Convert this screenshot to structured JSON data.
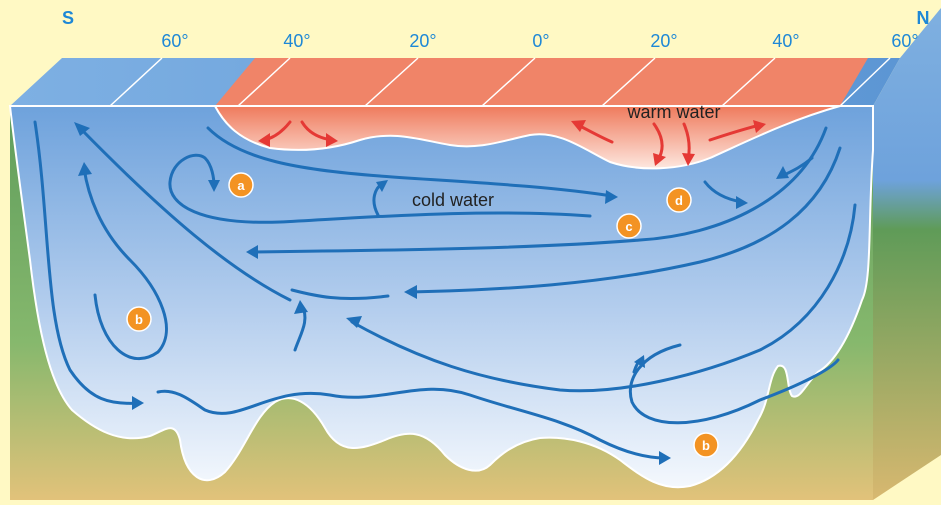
{
  "poles": {
    "south": "S",
    "north": "N"
  },
  "latitudes": [
    "60°",
    "40°",
    "20°",
    "0°",
    "20°",
    "40°",
    "60°"
  ],
  "water_labels": {
    "warm": "warm water",
    "cold": "cold water"
  },
  "badges": [
    "a",
    "b",
    "b",
    "c",
    "d"
  ],
  "colors": {
    "background": "#fff9c4",
    "ocean_blue": "#6fa3dc",
    "warm_surface": "#f2876b",
    "arrow_blue": "#1f6fb8",
    "arrow_red": "#e53935",
    "badge": "#f39323",
    "sea_floor": "#7fb86e"
  }
}
